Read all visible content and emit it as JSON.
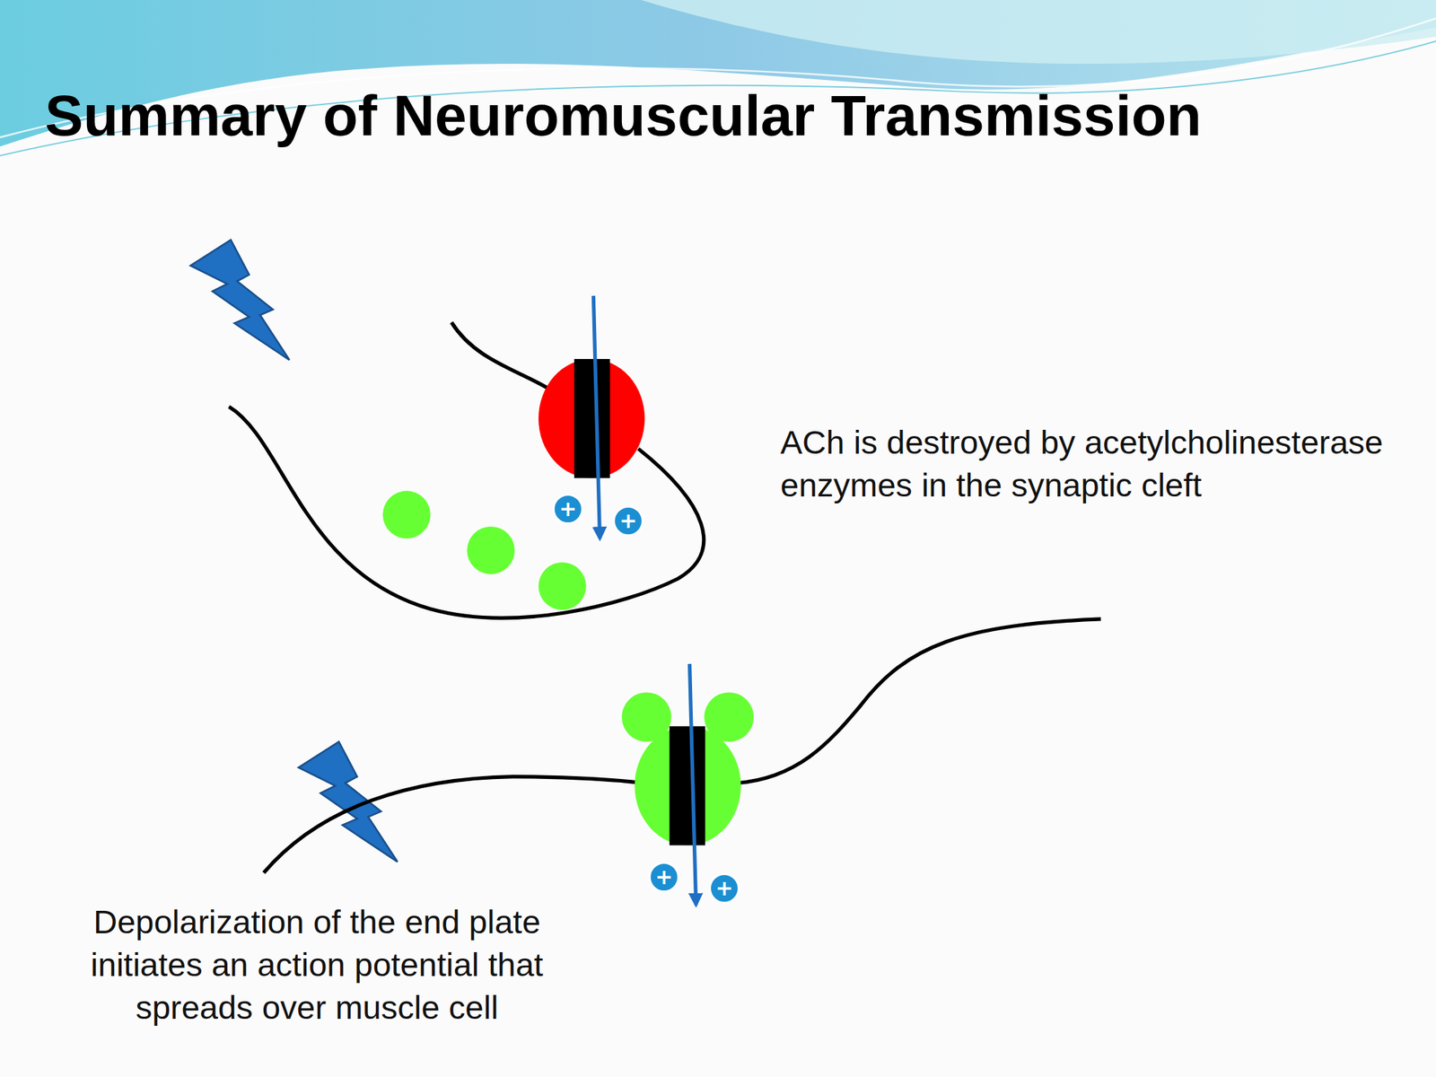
{
  "diagram": {
    "title": "Summary of Neuromuscular Transmission",
    "nodes": [
      {
        "text": [
          "+"
        ]
      },
      {
        "text": [
          "+"
        ]
      },
      {
        "text": [
          "+"
        ]
      },
      {
        "text": [
          "+"
        ]
      }
    ],
    "labels": [
      "ACh is destroyed by acetylcholinesterase enzymes in the synaptic cleft",
      "Depolarization of the end plate initiates an action potential that spreads over muscle cell"
    ]
  }
}
